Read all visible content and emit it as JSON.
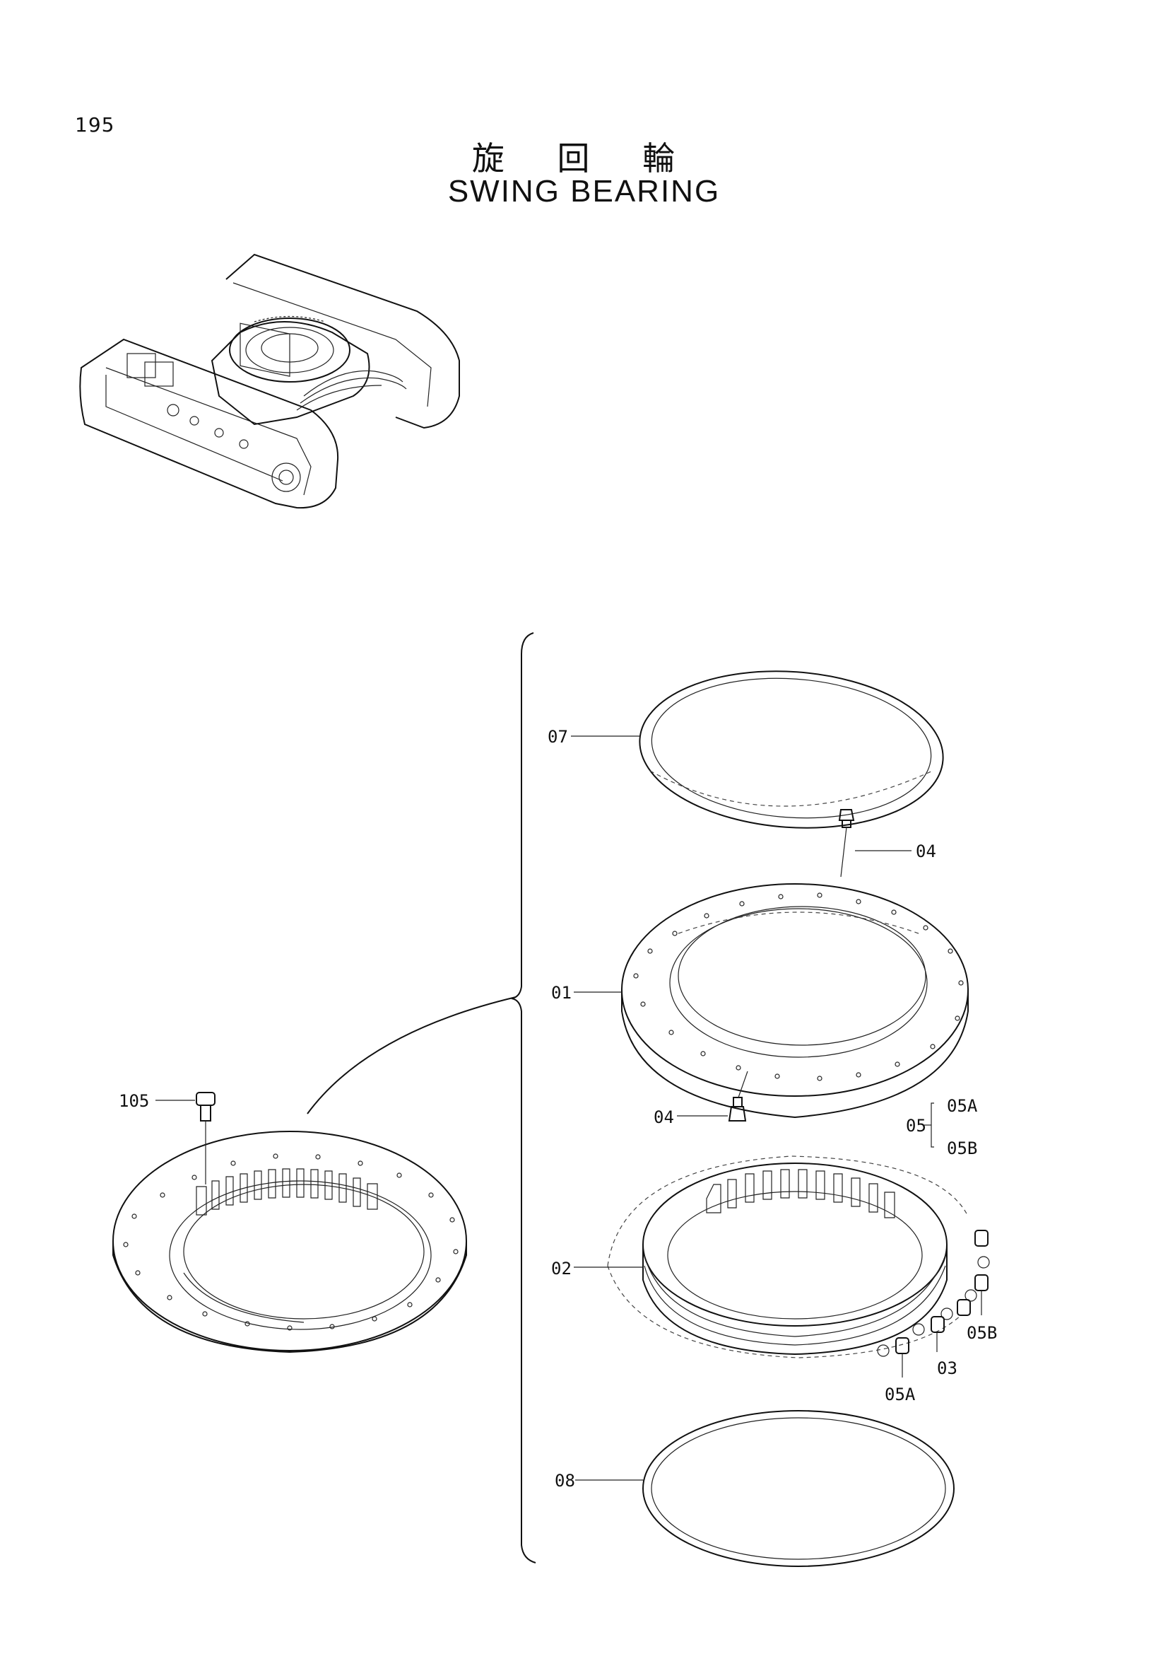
{
  "page_number": "195",
  "title_jp": "旋 回 輪",
  "title_en": "SWING BEARING",
  "labels": {
    "p07": "07",
    "p04_top": "04",
    "p01": "01",
    "p04_bottom": "04",
    "p05": "05",
    "p05A_group": "05A",
    "p05B_group": "05B",
    "p02": "02",
    "p03": "03",
    "p05B": "05B",
    "p05A": "05A",
    "p08": "08",
    "p105": "105"
  }
}
